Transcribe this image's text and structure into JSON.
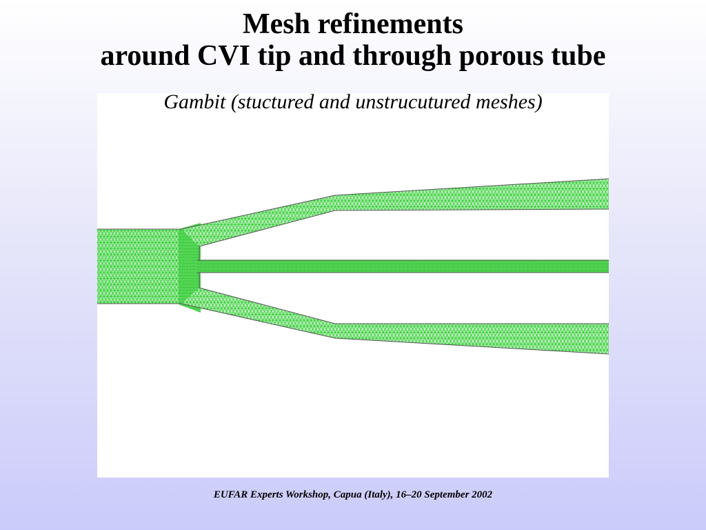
{
  "slide": {
    "title_line1": "Mesh refinements",
    "title_line2": "around CVI tip and through porous tube",
    "caption": "Gambit (stuctured and unstrucutured meshes)",
    "footer": "EUFAR Experts Workshop, Capua (Italy), 16–20 September 2002"
  },
  "colors": {
    "mesh": "#33cc33",
    "outline": "#555555",
    "panel": "#ffffff"
  }
}
